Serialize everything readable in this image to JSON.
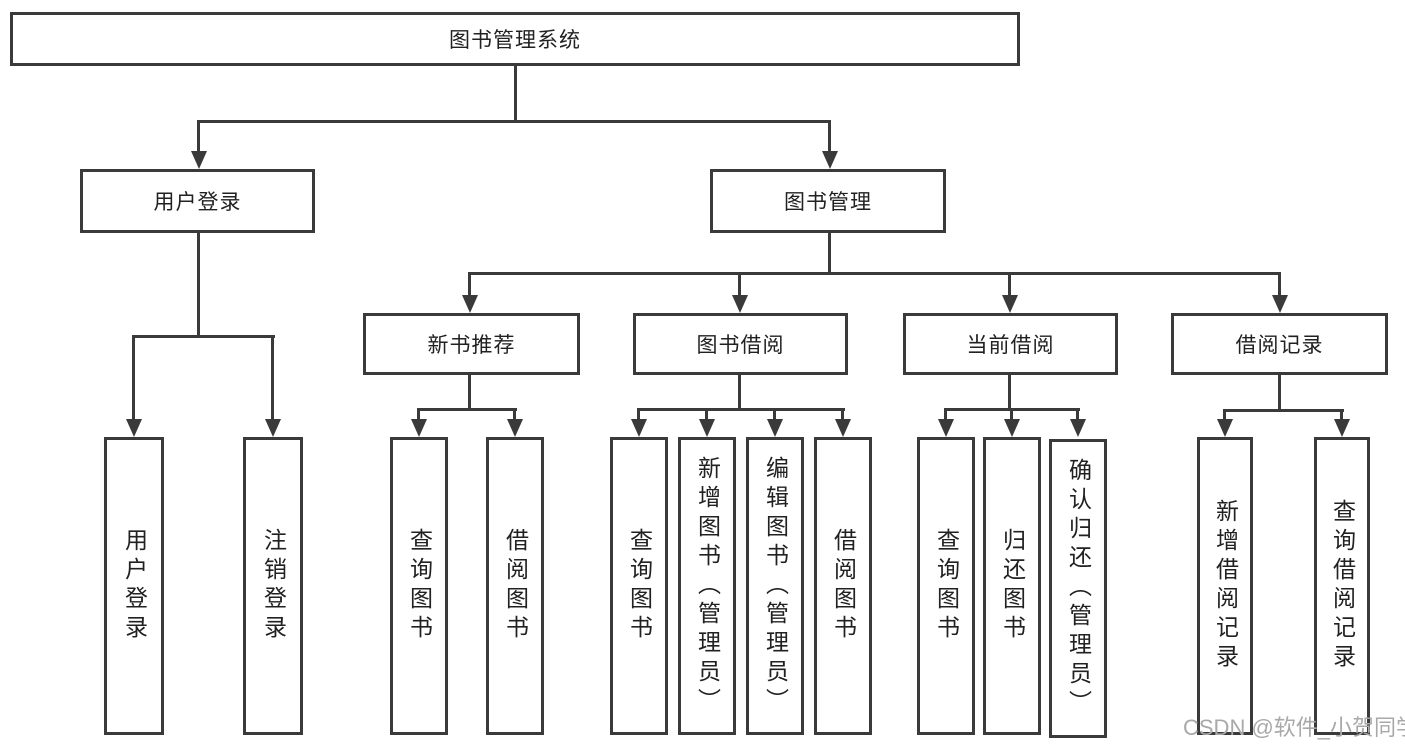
{
  "tree": {
    "root": {
      "label": "图书管理系统",
      "children": [
        {
          "label": "用户登录",
          "children": [
            {
              "label": "用户登录"
            },
            {
              "label": "注销登录"
            }
          ]
        },
        {
          "label": "图书管理",
          "children": [
            {
              "label": "新书推荐",
              "children": [
                {
                  "label": "查询图书"
                },
                {
                  "label": "借阅图书"
                }
              ]
            },
            {
              "label": "图书借阅",
              "children": [
                {
                  "label": "查询图书"
                },
                {
                  "label": "新增图书（管理员）"
                },
                {
                  "label": "编辑图书（管理员）"
                },
                {
                  "label": "借阅图书"
                }
              ]
            },
            {
              "label": "当前借阅",
              "children": [
                {
                  "label": "查询图书"
                },
                {
                  "label": "归还图书"
                },
                {
                  "label": "确认归还（管理员）"
                }
              ]
            },
            {
              "label": "借阅记录",
              "children": [
                {
                  "label": "新增借阅记录"
                },
                {
                  "label": "查询借阅记录"
                }
              ]
            }
          ]
        }
      ]
    }
  },
  "watermark": {
    "text": "CSDN @软件_小贺同学"
  },
  "colors": {
    "line": "#3a3a3a",
    "text": "#212121",
    "watermark": "#a9a9a9",
    "background": "#ffffff"
  }
}
